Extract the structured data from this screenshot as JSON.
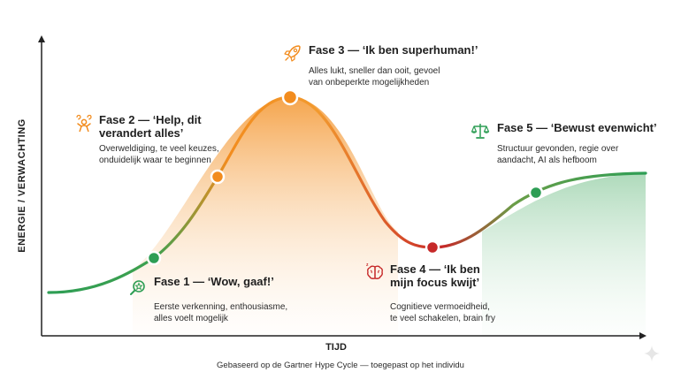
{
  "axes": {
    "y_label": "ENERGIE / VERWACHTING",
    "x_label": "TIJD"
  },
  "footnote": "Gebaseerd op de Gartner Hype Cycle — toegepast op het individu",
  "phases": [
    {
      "title": "Fase 1 — ‘Wow, gaaf!’",
      "description_lines": [
        "Eerste verkenning, enthousiasme,",
        "alles voelt mogelijk"
      ],
      "icon": "magnifier-star-icon",
      "marker_color": "#2e9e55"
    },
    {
      "title_lines": [
        "Fase 2 — ‘Help, dit",
        "verandert alles’"
      ],
      "description_lines": [
        "Overweldiging, te veel keuzes,",
        "onduidelijk waar te beginnen"
      ],
      "icon": "confused-person-icon",
      "marker_color": "#f28c1e"
    },
    {
      "title": "Fase 3 — ‘Ik ben superhuman!’",
      "description_lines": [
        "Alles lukt, sneller dan ooit, gevoel",
        "van onbeperkte mogelijkheden"
      ],
      "icon": "rocket-icon",
      "marker_color": "#f28c1e"
    },
    {
      "title_lines": [
        "Fase 4 — ‘Ik ben",
        "mijn focus kwijt’"
      ],
      "description_lines": [
        "Cognitieve vermoeidheid,",
        "te veel schakelen, brain fry"
      ],
      "icon": "brain-icon",
      "marker_color": "#c62828"
    },
    {
      "title": "Fase 5 — ‘Bewust evenwicht’",
      "description_lines": [
        "Structuur gevonden, regie over",
        "aandacht, AI als hefboom"
      ],
      "icon": "balance-scale-icon",
      "marker_color": "#2e9e55"
    }
  ],
  "colors": {
    "green": "#2e9e55",
    "orange": "#f28c1e",
    "red": "#c62828",
    "axis": "#222222"
  }
}
